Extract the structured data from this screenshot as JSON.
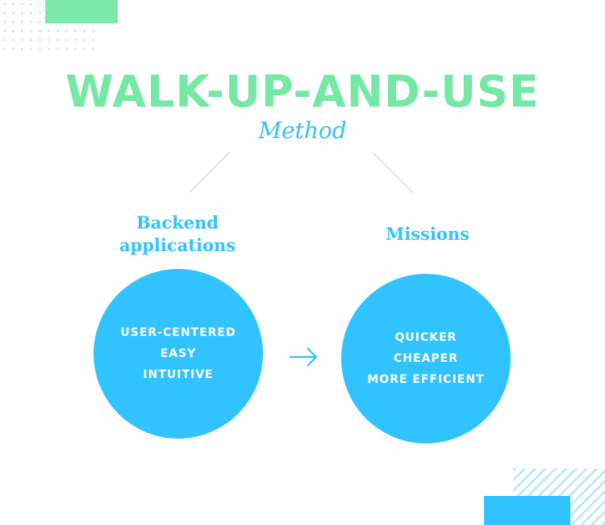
{
  "title": "WALK-UP-AND-USE",
  "subtitle": "Method",
  "left": {
    "heading_line1": "Backend",
    "heading_line2": "applications",
    "items": [
      "USER-CENTERED",
      "EASY",
      "INTUITIVE"
    ]
  },
  "right": {
    "heading": "Missions",
    "items": [
      "QUICKER",
      "CHEAPER",
      "MORE EFFICIENT"
    ]
  },
  "colors": {
    "title_green": "#76e8a5",
    "accent_blue": "#31c3ff",
    "text_white": "#ffffff"
  }
}
